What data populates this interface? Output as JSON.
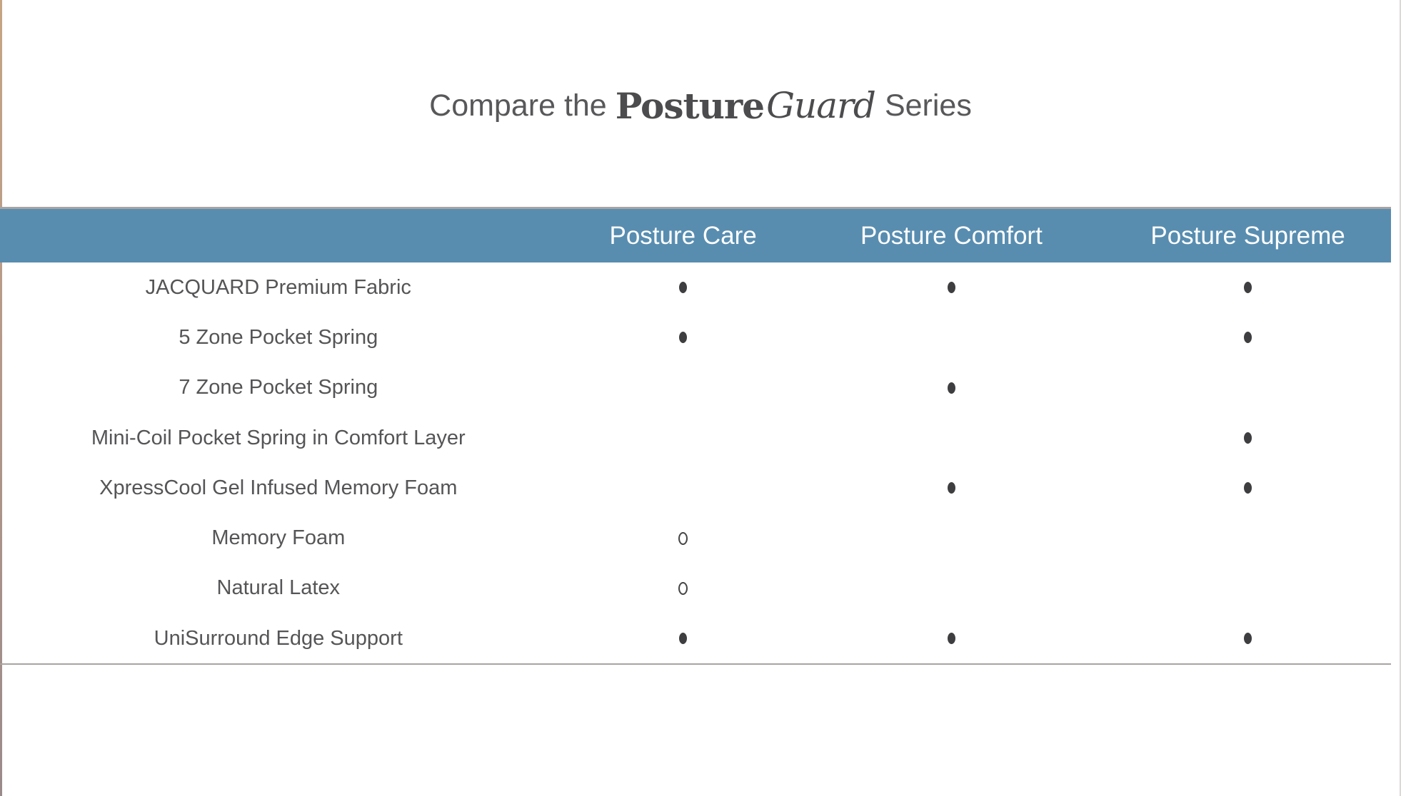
{
  "title": {
    "prefix": "Compare the",
    "brand_bold": "Posture",
    "brand_italic": "Guard",
    "suffix": "Series"
  },
  "colors": {
    "header_bg": "#588db0",
    "header_text": "#ffffff",
    "rule_gray": "#a8a4a2",
    "marker": "#3e3e40",
    "text_gray": "#555557",
    "left_accent_top": "#c6a584",
    "left_accent_bottom": "#9a8a8a"
  },
  "table": {
    "columns": [
      "Posture Care",
      "Posture Comfort",
      "Posture Supreme"
    ],
    "rows": [
      {
        "feature": "JACQUARD Premium Fabric",
        "cells": [
          "dot",
          "dot",
          "dot"
        ]
      },
      {
        "feature": "5 Zone Pocket Spring",
        "cells": [
          "dot",
          "",
          "dot"
        ]
      },
      {
        "feature": "7 Zone Pocket Spring",
        "cells": [
          "",
          "dot",
          ""
        ]
      },
      {
        "feature": "Mini-Coil Pocket Spring in Comfort Layer",
        "cells": [
          "",
          "",
          "dot"
        ]
      },
      {
        "feature": "XpressCool Gel Infused Memory Foam",
        "cells": [
          "",
          "dot",
          "dot"
        ]
      },
      {
        "feature": "Memory Foam",
        "cells": [
          "circle",
          "",
          ""
        ]
      },
      {
        "feature": "Natural Latex",
        "cells": [
          "circle",
          "",
          ""
        ]
      },
      {
        "feature": "UniSurround Edge Support",
        "cells": [
          "dot",
          "dot",
          "dot"
        ]
      }
    ]
  }
}
